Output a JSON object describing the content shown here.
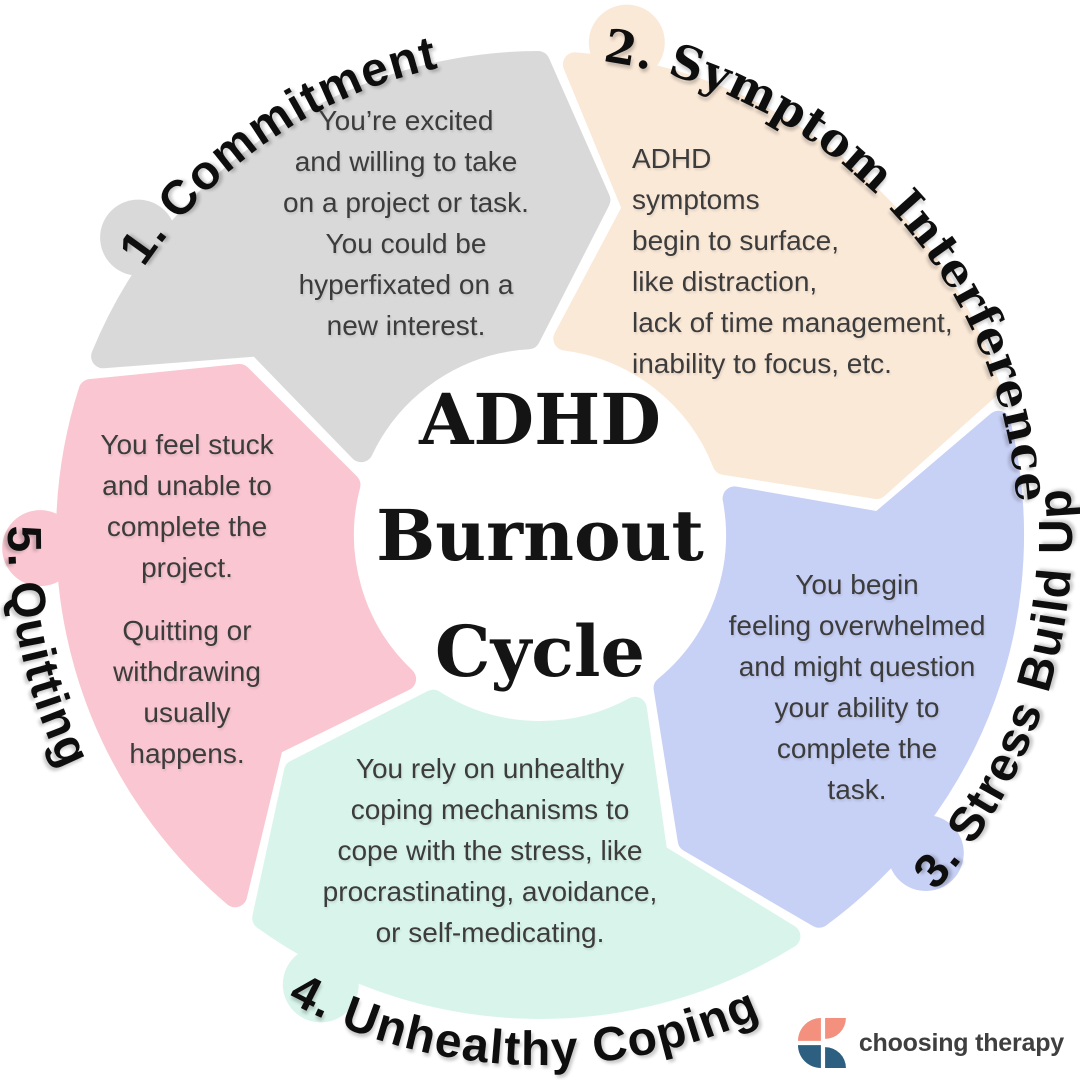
{
  "title": {
    "text": "ADHD\nBurnout\nCycle"
  },
  "segments": [
    {
      "name": "Commitment",
      "label": "1. Commitment",
      "color": "#D9D9D9",
      "body": "You’re excited\nand willing to take\non a project or task.\nYou could be\nhyperfixated on a\nnew interest."
    },
    {
      "name": "Symptom Interference",
      "label": "2. Symptom Interference",
      "color": "#FBE9D8",
      "body": "ADHD\nsymptoms\nbegin to surface,\nlike distraction,\nlack of time management,\ninability to focus, etc."
    },
    {
      "name": "Stress Build Up",
      "label": "3. Stress Build Up",
      "color": "#C7D0F5",
      "body": "You begin\nfeeling overwhelmed\nand might question\nyour ability to\ncomplete the\ntask."
    },
    {
      "name": "Unhealthy Coping",
      "label": "4. Unhealthy Coping",
      "color": "#D9F5EB",
      "body": "You rely on unhealthy\ncoping mechanisms to\ncope with the stress, like\nprocrastinating, avoidance,\nor self-medicating."
    },
    {
      "name": "Quitting",
      "label": "5. Quitting",
      "color": "#F9C6D1",
      "body": "You feel stuck\nand unable to\ncomplete the\nproject.",
      "body2": "Quitting or\nwithdrawing\nusually\nhappens."
    }
  ],
  "brand": {
    "name": "choosing therapy",
    "icon_colors": {
      "coral": "#F4907E",
      "navy": "#2D5F80"
    }
  }
}
